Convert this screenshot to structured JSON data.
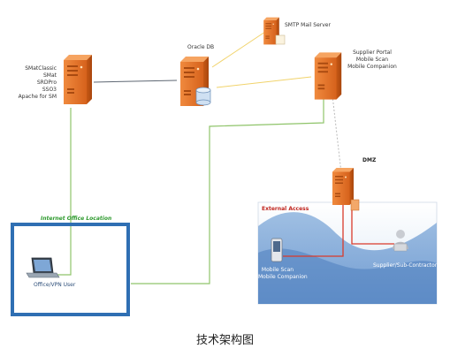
{
  "nodes": {
    "main_server": {
      "lines": [
        "SMatClassic",
        "SMat",
        "SRDPro",
        "SSO3",
        "Apache for SM"
      ]
    },
    "oracle_db": {
      "label": "Oracle DB"
    },
    "smtp_server": {
      "label": "SMTP Mail Server"
    },
    "supplier_portal": {
      "lines": [
        "Supplier Portal",
        "Mobile Scan",
        "Mobile Companion"
      ]
    },
    "dmz_server": {
      "label": "DMZ"
    }
  },
  "zones": {
    "internal_office": {
      "title": "Internet Office Location",
      "user_label": "Office/VPN User"
    },
    "external_access": {
      "title": "External Access",
      "mobile_label_lines": [
        "Mobile Scan",
        "Mobile Companion"
      ],
      "supplier_label": "Supplier/Sub-Contractor"
    }
  },
  "colors": {
    "server_orange": "#e8742a",
    "green_link": "#8fc46a",
    "red_link": "#d93a2b",
    "blue_frame": "#2f6fb3",
    "external_bg": "#d6e6f5"
  },
  "caption": "技术架构图"
}
